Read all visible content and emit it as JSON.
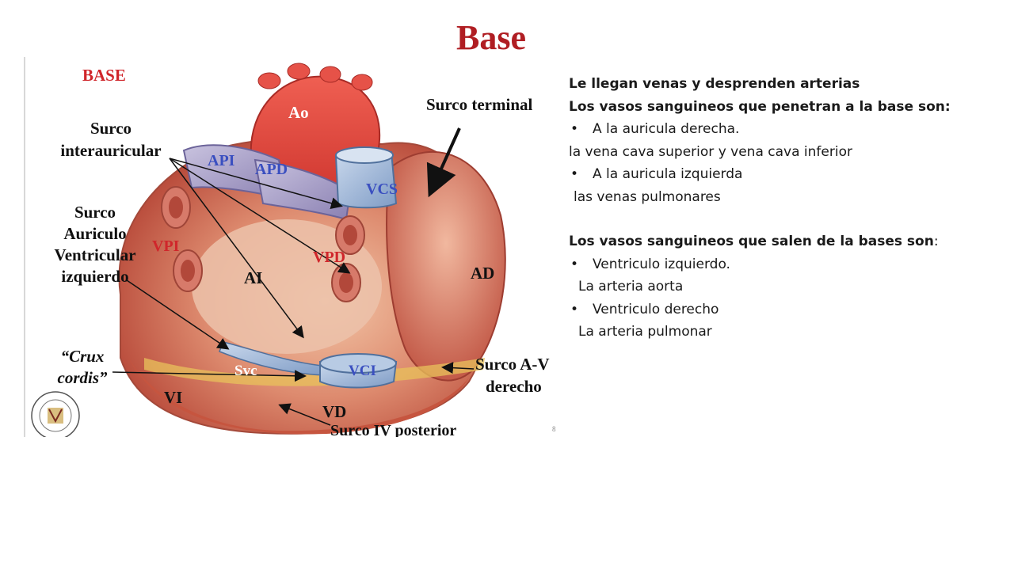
{
  "slide": {
    "title": "Base"
  },
  "figure": {
    "labels": {
      "base": "BASE",
      "surco_interauricular_1": "Surco",
      "surco_interauricular_2": "interauricular",
      "surco_av_izq_1": "Surco",
      "surco_av_izq_2": "Auriculo",
      "surco_av_izq_3": "Ventricular",
      "surco_av_izq_4": "izquierdo",
      "crux_1": "“Crux",
      "crux_2": "cordis”",
      "surco_terminal": "Surco terminal",
      "ao": "Ao",
      "api": "API",
      "apd": "APD",
      "vcs": "VCS",
      "vpi": "VPI",
      "vpd": "VPD",
      "ai": "AI",
      "ad": "AD",
      "svc": "Svc",
      "vci": "VCI",
      "vi": "VI",
      "vd": "VD",
      "surco_av_der_1": "Surco A-V",
      "surco_av_der_2": "derecho",
      "surco_iv_posterior": "Surco IV posterior",
      "page_number": "8"
    },
    "colors": {
      "label_red": "#d0262b",
      "label_blue": "#3a4fc0",
      "label_black": "#111111"
    }
  },
  "content": {
    "line1": "Le llegan venas y desprenden arterias",
    "line2": "Los vasos sanguineos que penetran a la base son:",
    "bullet1": "A la auricula derecha.",
    "line3": "la vena cava superior y vena cava inferior",
    "bullet2": "A la auricula izquierda",
    "line4": "las venas pulmonares",
    "line5_bold": "Los vasos sanguineos que salen de la bases son",
    "line5_colon": ":",
    "bullet3": "Ventriculo izquierdo.",
    "line6": "La arteria aorta",
    "bullet4": "Ventriculo derecho",
    "line7": "La arteria pulmonar"
  }
}
